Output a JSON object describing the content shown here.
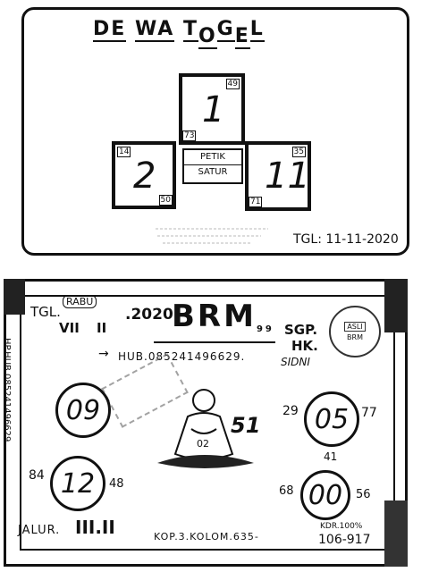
{
  "top": {
    "title_letters": [
      "DE",
      "WA",
      "T",
      "O",
      "G",
      "E",
      "L"
    ],
    "main_box": {
      "big": "1",
      "corner": "49",
      "bottom_left": "73"
    },
    "center_label": [
      "PETIK",
      "SATUR"
    ],
    "left_box": {
      "big": "2",
      "top_left": "14",
      "bottom_right": "50"
    },
    "right_box": {
      "big": "11",
      "top_right": "35",
      "bottom_left": "71"
    },
    "date": "TGL: 11-11-2020"
  },
  "bottom": {
    "date_prefix": "TGL.",
    "day": "RABU",
    "date_parts": [
      "VII",
      "II",
      ".2020"
    ],
    "brand": "BRM",
    "brand_sup": "99",
    "hub": "HUB.085241496629.",
    "markets": [
      "SGP.",
      "HK.",
      "SIDNI"
    ],
    "seal": [
      "ASLI",
      "BRM"
    ],
    "side_text": "HP.HUB.085241496629",
    "circles": [
      {
        "value": "09",
        "left_num": "",
        "right_num": ""
      },
      {
        "value": "12",
        "left_num": "84",
        "right_num": "48"
      },
      {
        "value": "05",
        "left_num": "29",
        "right_num": "77",
        "below": "41"
      },
      {
        "value": "00",
        "left_num": "68",
        "right_num": "56"
      }
    ],
    "center_numbers": [
      "02",
      "51"
    ],
    "jalur": "JALUR.",
    "jalur_value": "III.II",
    "kop": "KOP.3.KOLOM.635-",
    "kdr": "KDR.100%",
    "kdr_value": "106-917"
  }
}
